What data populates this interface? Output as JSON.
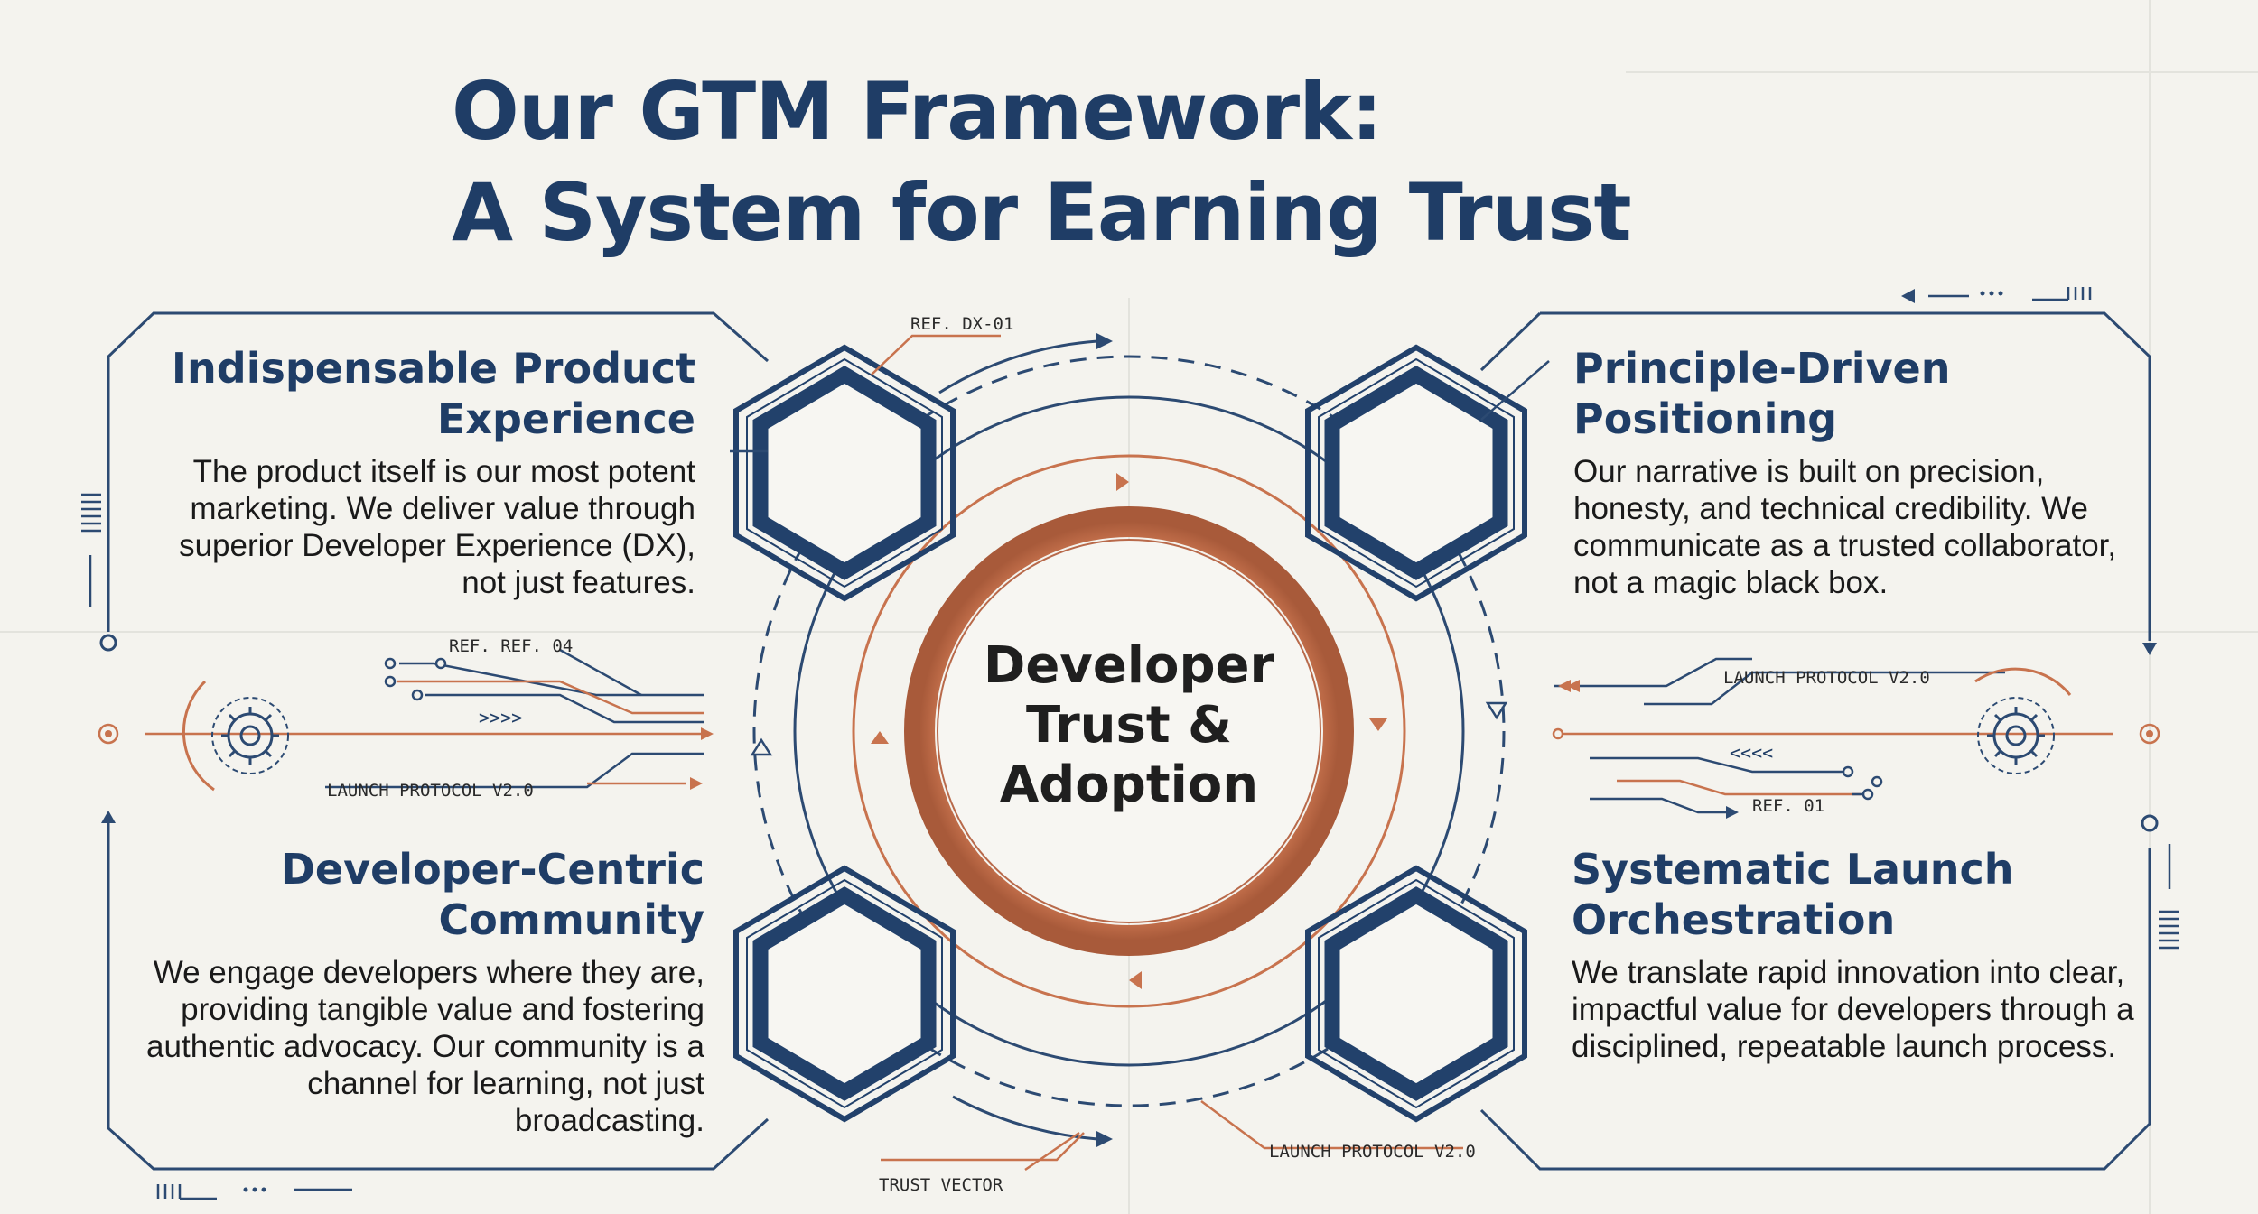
{
  "title": {
    "line1": "Our GTM Framework:",
    "line2": "A System for Earning Trust"
  },
  "center": {
    "label": "Developer Trust & Adoption"
  },
  "blocks": {
    "top_left": {
      "heading": "Indispensable Product Experience",
      "body": "The product itself is our most potent marketing. We deliver value through superior Developer Experience (DX), not just features."
    },
    "top_right": {
      "heading": "Principle-Driven Positioning",
      "body": "Our narrative is built on precision, honesty, and technical credibility. We communicate as a trusted collaborator, not a magic black box."
    },
    "bottom_left": {
      "heading": "Developer-Centric Community",
      "body": "We engage developers where they are, providing tangible value and fostering authentic advocacy. Our community is a channel for learning, not just broadcasting."
    },
    "bottom_right": {
      "heading": "Systematic Launch Orchestration",
      "body": "We translate rapid innovation into clear, impactful value for developers through a disciplined, repeatable launch process."
    }
  },
  "tags": {
    "ref_dx_01": "REF. DX-01",
    "ref_ref_04": "REF. REF. 04",
    "launch_left": "LAUNCH PROTOCOL V2.0",
    "launch_right": "LAUNCH PROTOCOL V2.0",
    "ref_01": "REF. 01",
    "launch_bottom": "LAUNCH PROTOCOL V2.0",
    "trust_vector": "TRUST VECTOR",
    "arrows_right": ">>>>",
    "arrows_left": "<<<<"
  },
  "colors": {
    "navy": "#1f3d66",
    "copper": "#c8734e",
    "background": "#f4f3ee"
  },
  "icons": {
    "left_gear": "gear-icon",
    "right_gear": "gear-icon"
  }
}
